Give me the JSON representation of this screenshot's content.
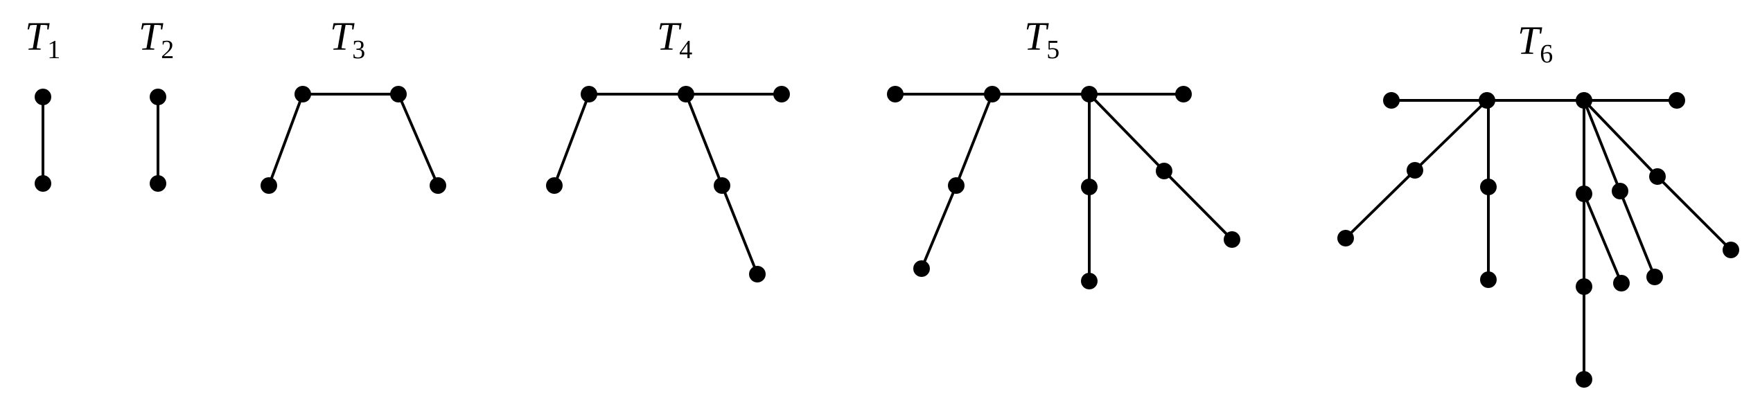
{
  "figure": {
    "trees": [
      {
        "name": "T",
        "subscript": "1"
      },
      {
        "name": "T",
        "subscript": "2"
      },
      {
        "name": "T",
        "subscript": "3"
      },
      {
        "name": "T",
        "subscript": "4"
      },
      {
        "name": "T",
        "subscript": "5"
      },
      {
        "name": "T",
        "subscript": "6"
      }
    ],
    "colors": {
      "ink": "#000000",
      "background": "#ffffff"
    }
  }
}
